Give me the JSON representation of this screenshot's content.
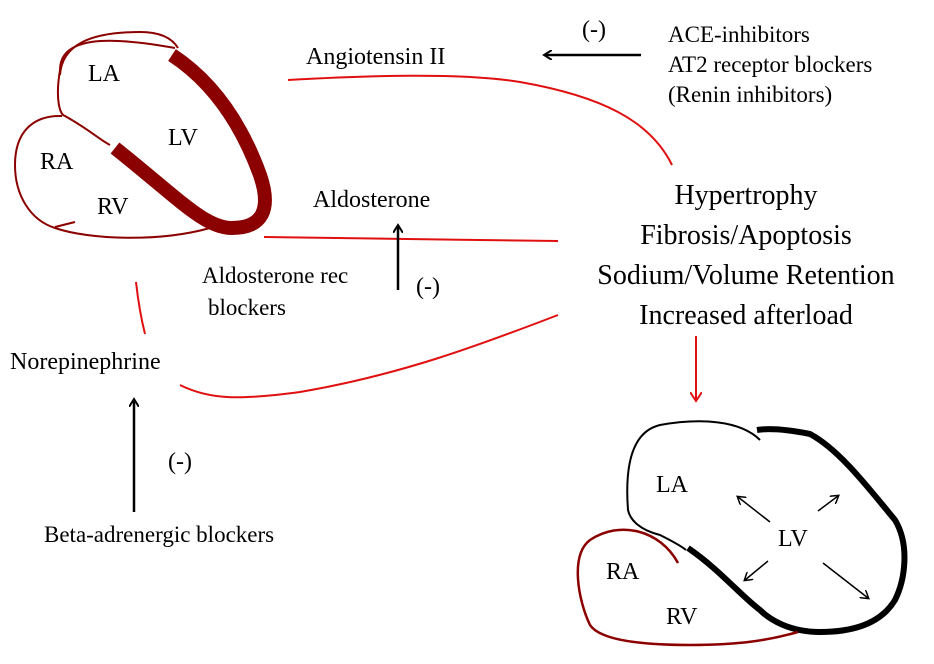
{
  "colors": {
    "heart_wall": "#8b0000",
    "pathway_line": "#e01010",
    "inhibit_arrow": "#000000",
    "text": "#000000",
    "remodeled_wall": "#000000"
  },
  "heart_normal": {
    "labels": {
      "la": "LA",
      "lv": "LV",
      "ra": "RA",
      "rv": "RV"
    }
  },
  "heart_remodeled": {
    "labels": {
      "la": "LA",
      "lv": "LV",
      "ra": "RA",
      "rv": "RV"
    }
  },
  "mediators": {
    "angiotensin": "Angiotensin II",
    "aldosterone": "Aldosterone",
    "norepinephrine": "Norepinephrine"
  },
  "inhibitors": {
    "raas": [
      "ACE-inhibitors",
      "AT2 receptor blockers",
      "(Renin inhibitors)"
    ],
    "aldosterone_line1": "Aldosterone rec",
    "aldosterone_line2": "blockers",
    "beta": "Beta-adrenergic blockers",
    "neg_sign": "(-)"
  },
  "effects": [
    "Hypertrophy",
    "Fibrosis/Apoptosis",
    "Sodium/Volume Retention",
    "Increased afterload"
  ]
}
